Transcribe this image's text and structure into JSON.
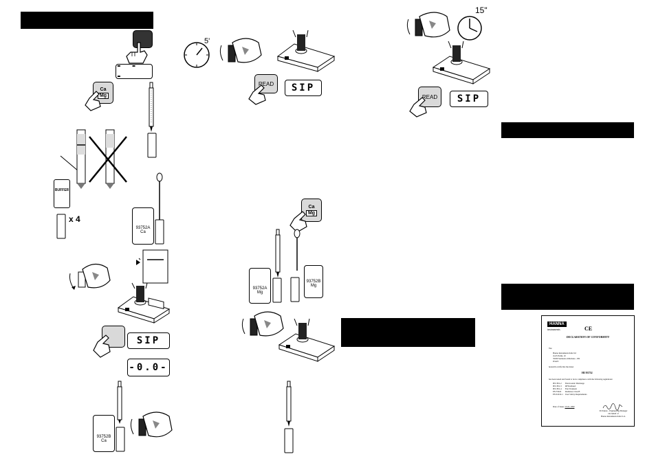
{
  "displays": {
    "dashes": "- - -",
    "sip_1": "SIP",
    "zero": "-0.0-",
    "sip_2": "SIP",
    "sip_3": "SIP"
  },
  "keys": {
    "ca": "Ca",
    "mg": "Mg",
    "read": "READ"
  },
  "timers": {
    "five_sec": "5'",
    "fifteen_sec": "15\""
  },
  "multiplier": "x 4",
  "reagents": {
    "buffer": "BUFFER",
    "ca_a_code": "93752A",
    "ca_a_name": "Ca",
    "ca_b_code": "93752B",
    "ca_b_name": "Ca",
    "mg_a_code": "93752A",
    "mg_a_name": "Mg",
    "mg_b_code": "93752B",
    "mg_b_name": "Mg"
  },
  "declaration": {
    "brand": "HANNA",
    "brand_sub": "instruments",
    "ce_mark": "CE",
    "title": "DECLARATION OF CONFORMITY",
    "we": "We",
    "company": "Hanna Instruments Italia Srl",
    "street": "via E.Fermi, 10",
    "city": "35030 Sarmeola di Rubano - PD",
    "country": "ITALY",
    "certify": "herewith certify that the meter",
    "model": "HI 93752",
    "tested": "has been tested and found to be in compliance with the following regulations:",
    "regs": [
      {
        "code": "IEC 801-2",
        "desc": "Electrostatic Discharge"
      },
      {
        "code": "IEC 801-3",
        "desc": "RF Radiated"
      },
      {
        "code": "IEC 801-4",
        "desc": "Fast Transient"
      },
      {
        "code": "EN 55022",
        "desc": "Radiated, Class B"
      },
      {
        "code": "EN 61010-1",
        "desc": "User Safety Requirements"
      }
    ],
    "date_label": "Date of Issue:",
    "date_value": "15-01-1999",
    "signer": "D.Volpato - Engineering Manager",
    "on_behalf": "On behalf of",
    "company_sign": "Hanna Instruments Italia S.r.l."
  }
}
